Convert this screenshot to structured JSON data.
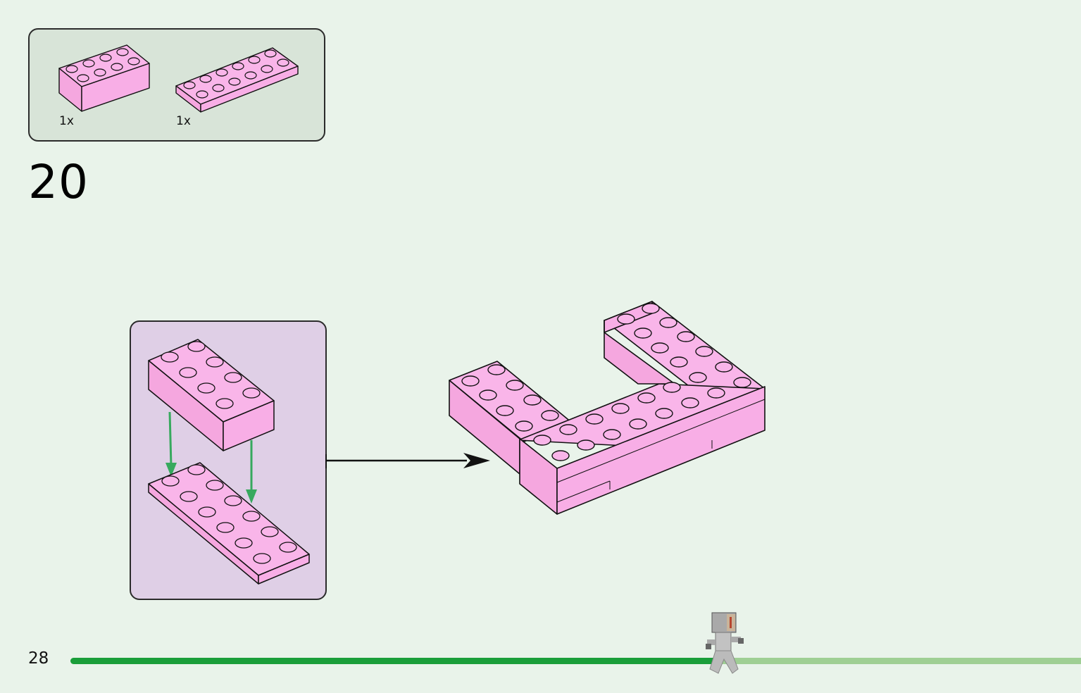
{
  "parts": [
    {
      "name": "brick-2x4-pink",
      "qty": "1x"
    },
    {
      "name": "plate-2x6-pink",
      "qty": "1x"
    }
  ],
  "step": {
    "number": "20"
  },
  "page": {
    "number": "28"
  },
  "progress": {
    "fraction": 0.64
  },
  "colors": {
    "brick": "#f8aee6",
    "brick_dark": "#f29bd7",
    "arrow_green": "#37a95e",
    "progress_fill": "#1a9e3a",
    "progress_track": "#9fcf94",
    "subassembly_bg": "#dfcfe6",
    "parts_bg": "#d8e4d8"
  }
}
